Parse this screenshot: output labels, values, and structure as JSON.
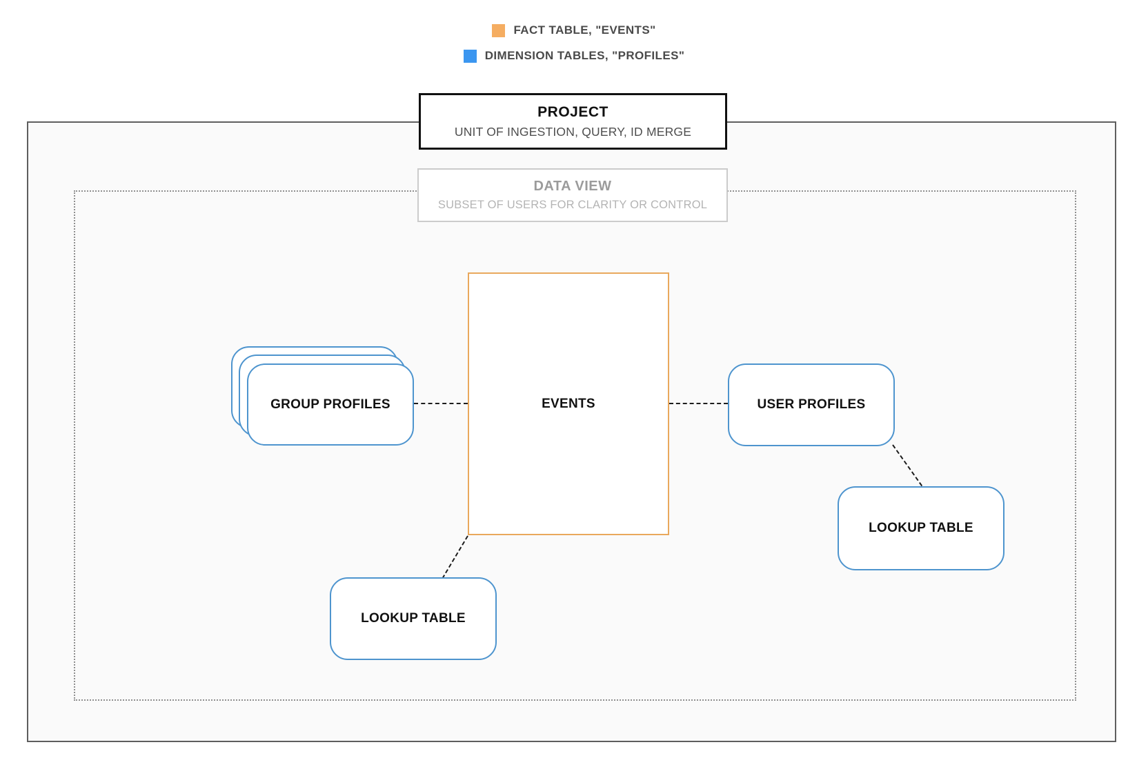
{
  "legend": {
    "items": [
      {
        "id": "fact",
        "swatch_color": "#F5AD61",
        "label": "FACT TABLE, \"EVENTS\""
      },
      {
        "id": "dimension",
        "swatch_color": "#3B96F0",
        "label": "DIMENSION TABLES, \"PROFILES\""
      }
    ]
  },
  "boundaries": {
    "project": {
      "title": "PROJECT",
      "subtitle": "UNIT OF INGESTION, QUERY, ID MERGE"
    },
    "data_view": {
      "title": "DATA VIEW",
      "subtitle": "SUBSET OF USERS FOR CLARITY OR CONTROL"
    }
  },
  "nodes": {
    "events": {
      "label": "EVENTS",
      "type": "fact"
    },
    "group_profiles": {
      "label": "GROUP PROFILES",
      "type": "dimension",
      "stacked": true
    },
    "user_profiles": {
      "label": "USER PROFILES",
      "type": "dimension"
    },
    "lookup_table_bottom": {
      "label": "LOOKUP TABLE",
      "type": "dimension"
    },
    "lookup_table_right": {
      "label": "LOOKUP TABLE",
      "type": "dimension"
    }
  },
  "connections": [
    {
      "from": "group_profiles",
      "to": "events",
      "style": "dashed"
    },
    {
      "from": "events",
      "to": "user_profiles",
      "style": "dashed"
    },
    {
      "from": "user_profiles",
      "to": "lookup_table_right",
      "style": "dashed"
    },
    {
      "from": "events",
      "to": "lookup_table_bottom",
      "style": "dashed"
    }
  ],
  "colors": {
    "fact_swatch": "#F5AD61",
    "fact_border": "#E9A85C",
    "dimension_swatch": "#3B96F0",
    "dimension_border": "#4D94CE",
    "project_border": "#5E5E5E",
    "dataview_border_dotted": "#8E8E8E",
    "connector": "#1C1C1C"
  }
}
